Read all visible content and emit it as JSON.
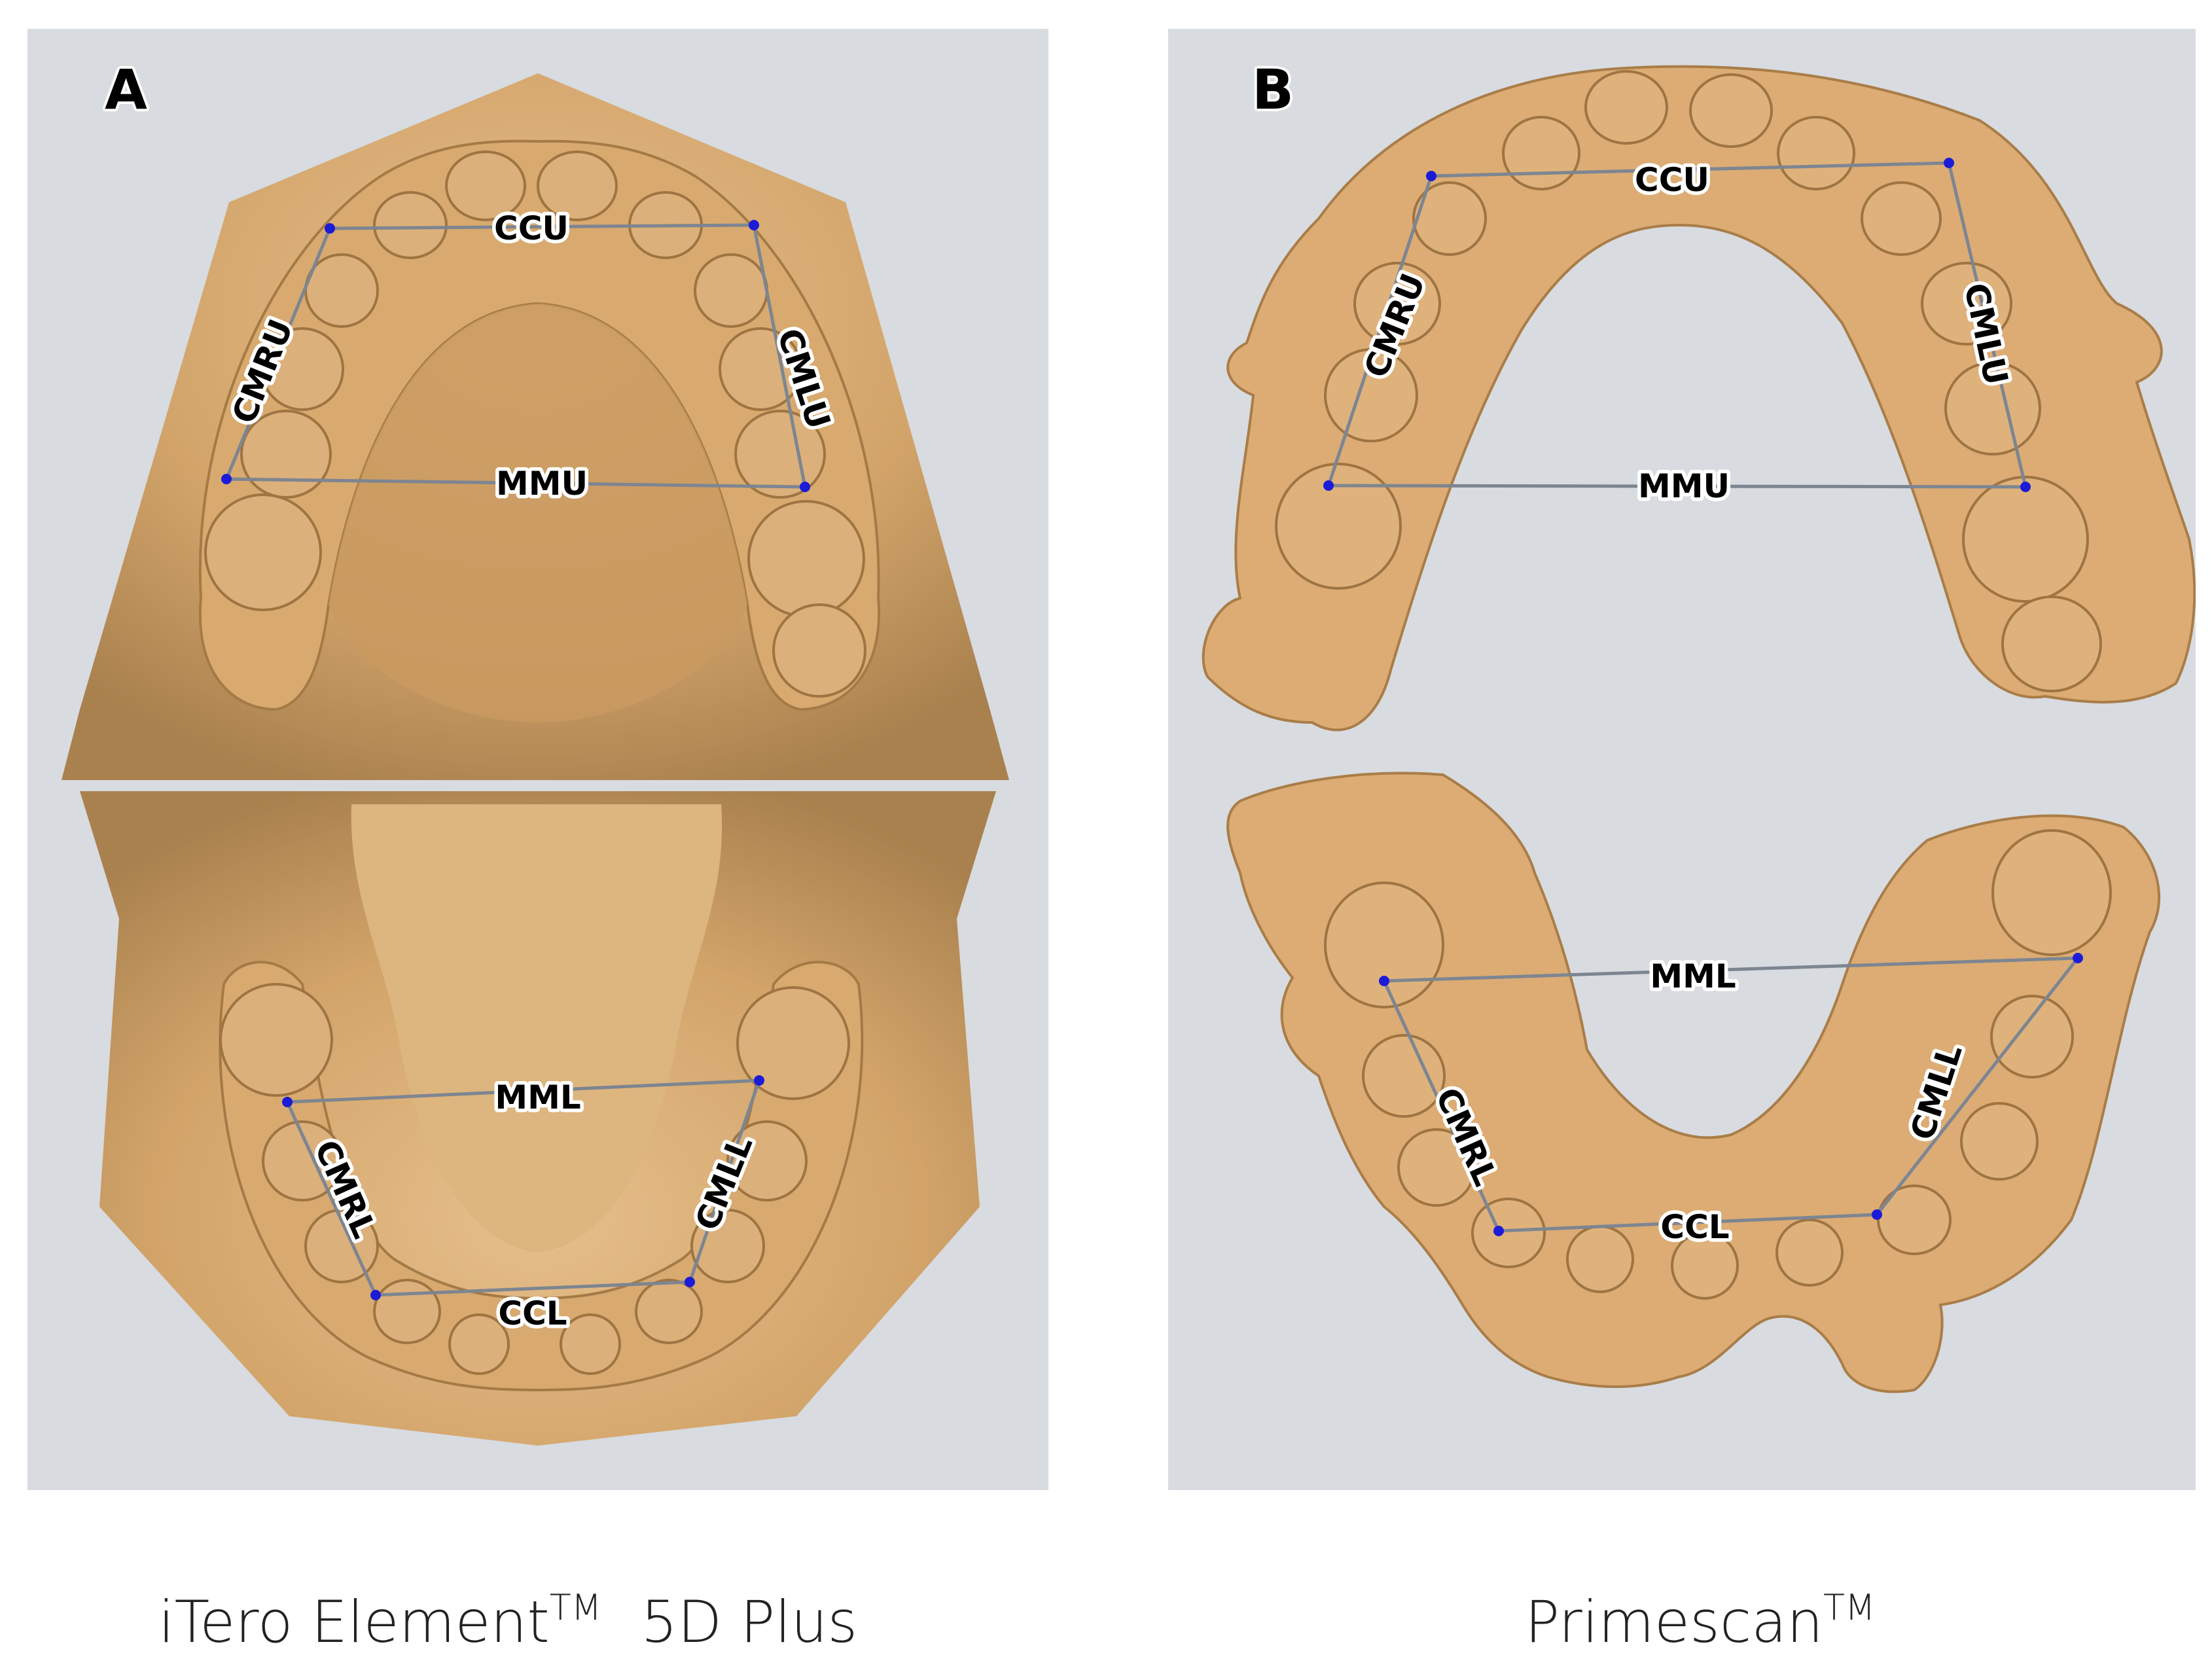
{
  "panels": {
    "a": {
      "letter": "A",
      "caption": {
        "name": "iTero Element",
        "tm": "TM",
        "model": "5D Plus"
      },
      "labels": {
        "ccu": "CCU",
        "cmru": "CMRU",
        "cmlu": "CMLU",
        "mmu": "MMU",
        "mml": "MML",
        "cmrl": "CMRL",
        "cmll": "CMLL",
        "ccl": "CCL"
      }
    },
    "b": {
      "letter": "B",
      "caption": {
        "name": "Primescan",
        "tm": "TM"
      },
      "labels": {
        "ccu": "CCU",
        "cmru": "CMRU",
        "cmlu": "CMLU",
        "mmu": "MMU",
        "mml": "MML",
        "cmrl": "CMRL",
        "cmll": "CMLL",
        "ccl": "CCL"
      }
    }
  },
  "colors": {
    "background": "#d8dbe0",
    "model": "#d9ab72",
    "model_shadow": "#b98a52",
    "measure_line": "#7d8591",
    "point": "#1b1bd8"
  }
}
